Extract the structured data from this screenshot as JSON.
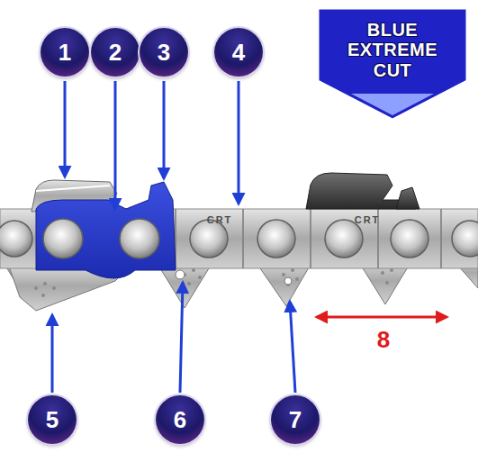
{
  "diagram": {
    "nodes": [
      {
        "text": [
          "1"
        ]
      },
      {
        "text": [
          "2"
        ]
      },
      {
        "text": [
          "3"
        ]
      },
      {
        "text": [
          "4"
        ]
      },
      {
        "text": [
          "BLUE EXTREME CUT"
        ]
      },
      {
        "text": [
          "5"
        ]
      },
      {
        "text": [
          "6"
        ]
      },
      {
        "text": [
          "7"
        ]
      }
    ],
    "labels": [
      "CRT",
      "CRT",
      "8"
    ]
  }
}
